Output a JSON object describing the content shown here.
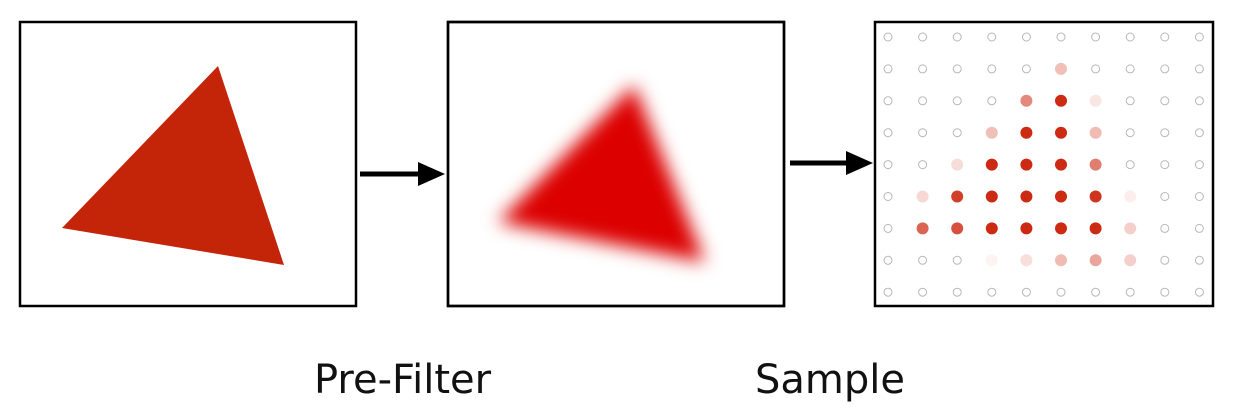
{
  "labels": {
    "prefilter": "Pre-Filter",
    "sample": "Sample"
  },
  "colors": {
    "triangle": "#c42408",
    "blurred_triangle": "#dc0000",
    "sample_dot": "#cc2a12",
    "empty_sample": "#b8b8b8",
    "frame": "#000000",
    "arrow": "#000000"
  },
  "sample_grid": {
    "columns": 10,
    "rows": 9,
    "intensity": [
      [
        0,
        0,
        0,
        0,
        0,
        0,
        0,
        0,
        0,
        0
      ],
      [
        0,
        0,
        0,
        0,
        0,
        0.3,
        0,
        0,
        0,
        0
      ],
      [
        0,
        0,
        0,
        0,
        0.55,
        1,
        0.12,
        0,
        0,
        0
      ],
      [
        0,
        0,
        0,
        0.3,
        1,
        1,
        0.32,
        0,
        0,
        0
      ],
      [
        0,
        0,
        0.16,
        1,
        1,
        1,
        0.6,
        0,
        0,
        0
      ],
      [
        0,
        0.18,
        0.9,
        1,
        1,
        1,
        0.95,
        0.08,
        0,
        0
      ],
      [
        0,
        0.72,
        0.82,
        1,
        1,
        1,
        1,
        0.22,
        0,
        0
      ],
      [
        0,
        0,
        0,
        0.05,
        0.15,
        0.32,
        0.42,
        0.22,
        0,
        0
      ],
      [
        0,
        0,
        0,
        0,
        0,
        0,
        0,
        0,
        0,
        0
      ]
    ]
  }
}
